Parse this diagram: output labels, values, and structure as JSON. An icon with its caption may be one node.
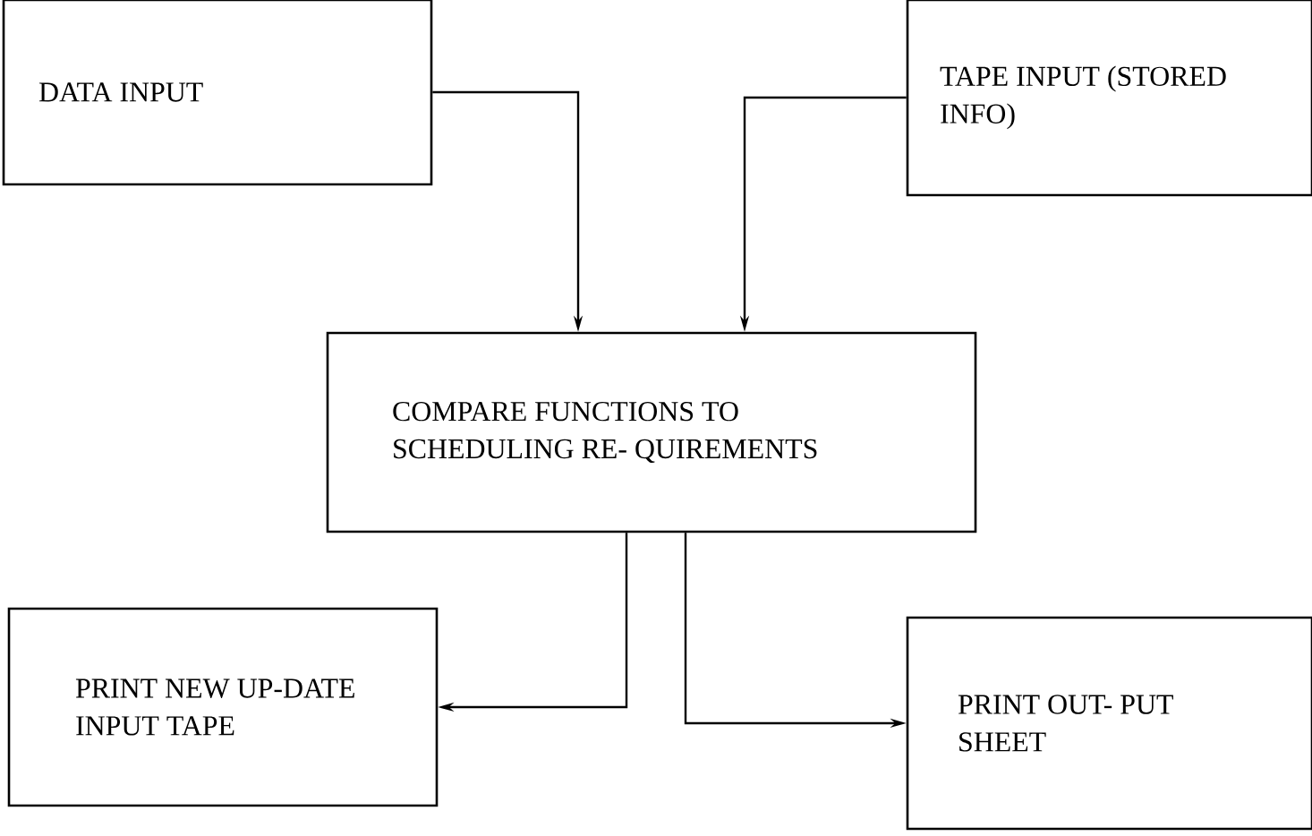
{
  "diagram": {
    "nodes": [
      {
        "text": [
          "DATA INPUT"
        ]
      },
      {
        "text": [
          "TAPE INPUT (STORED INFO)"
        ]
      },
      {
        "text": [
          "COMPARE FUNCTIONS TO SCHEDULING RE- QUIREMENTS"
        ]
      },
      {
        "text": [
          "PRINT NEW UP-DATE INPUT TAPE"
        ]
      },
      {
        "text": [
          "PRINT OUT- PUT SHEET"
        ]
      }
    ],
    "edges": [
      {
        "from": 0,
        "to": 2,
        "arrow": "to"
      },
      {
        "from": 1,
        "to": 2,
        "arrow": "to"
      },
      {
        "from": 2,
        "to": 3,
        "arrow": "to"
      },
      {
        "from": 2,
        "to": 4,
        "arrow": "to"
      }
    ]
  }
}
